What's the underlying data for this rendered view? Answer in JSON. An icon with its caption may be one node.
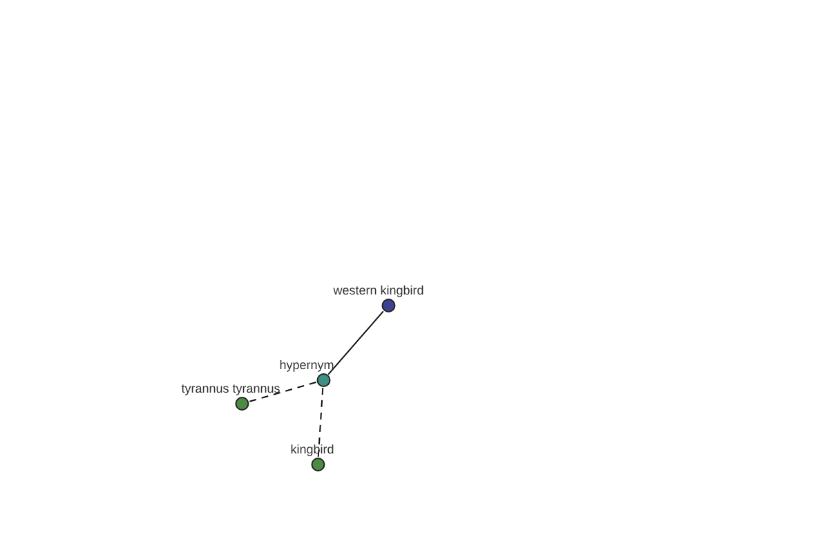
{
  "diagram": {
    "nodes": [
      {
        "text": [
          "western kingbird"
        ]
      },
      {
        "text": [
          "hypernym"
        ]
      },
      {
        "text": [
          "tyrannus tyrannus"
        ]
      },
      {
        "text": [
          "kingbird"
        ]
      }
    ],
    "edges": [
      {
        "from": 1,
        "to": 0,
        "arrow": "none"
      },
      {
        "from": 1,
        "to": 2,
        "arrow": "none",
        "style": "dashed"
      },
      {
        "from": 1,
        "to": 3,
        "arrow": "none",
        "style": "dashed"
      }
    ]
  }
}
